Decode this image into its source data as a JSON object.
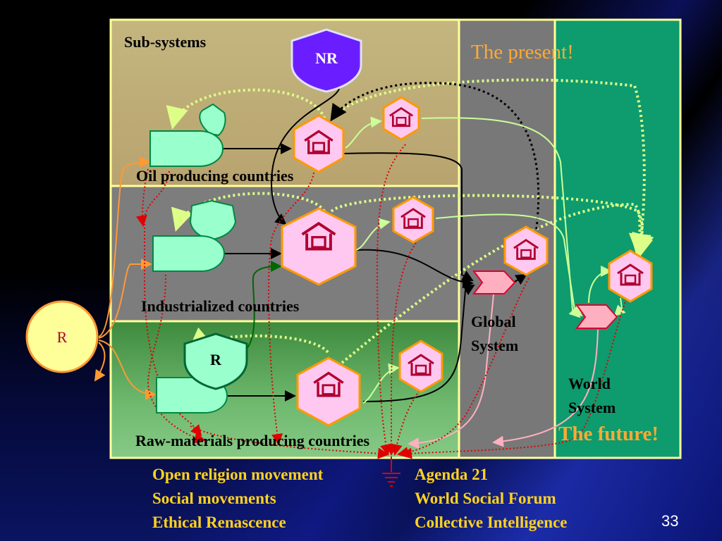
{
  "labels": {
    "subsystems": "Sub-systems",
    "oil": "Oil producing countries",
    "industrialized": "Industrialized countries",
    "raw_materials": "Raw-materials producing countries",
    "present": "The present!",
    "future": "The future!",
    "global_system": [
      "Global",
      "System"
    ],
    "world_system": [
      "World",
      "System"
    ],
    "nr": "NR",
    "r_circle": "R",
    "r_shield": "R"
  },
  "movements_left": [
    "Open religion movement",
    "Social movements",
    "Ethical Renascence"
  ],
  "movements_right": [
    "Agenda 21",
    "World Social Forum",
    "Collective Intelligence"
  ],
  "page_number": "33",
  "colors": {
    "oil_zone": "#bfb07a",
    "industrial_zone": "#7a7a7a",
    "raw_zone": "#5fae5f",
    "global_zone": "#777777",
    "world_zone": "#0f9a6e",
    "border": "#ffff99",
    "house_fill": "#ffc8f0",
    "house_stroke": "#ff9900",
    "house_icon": "#b00030",
    "mint": "#99ffcc",
    "nr_shield": "#6a1eff",
    "r_circle": "#ffff99",
    "arrow_pink": "#ffb0c0",
    "arrow_red": "#e00000"
  }
}
